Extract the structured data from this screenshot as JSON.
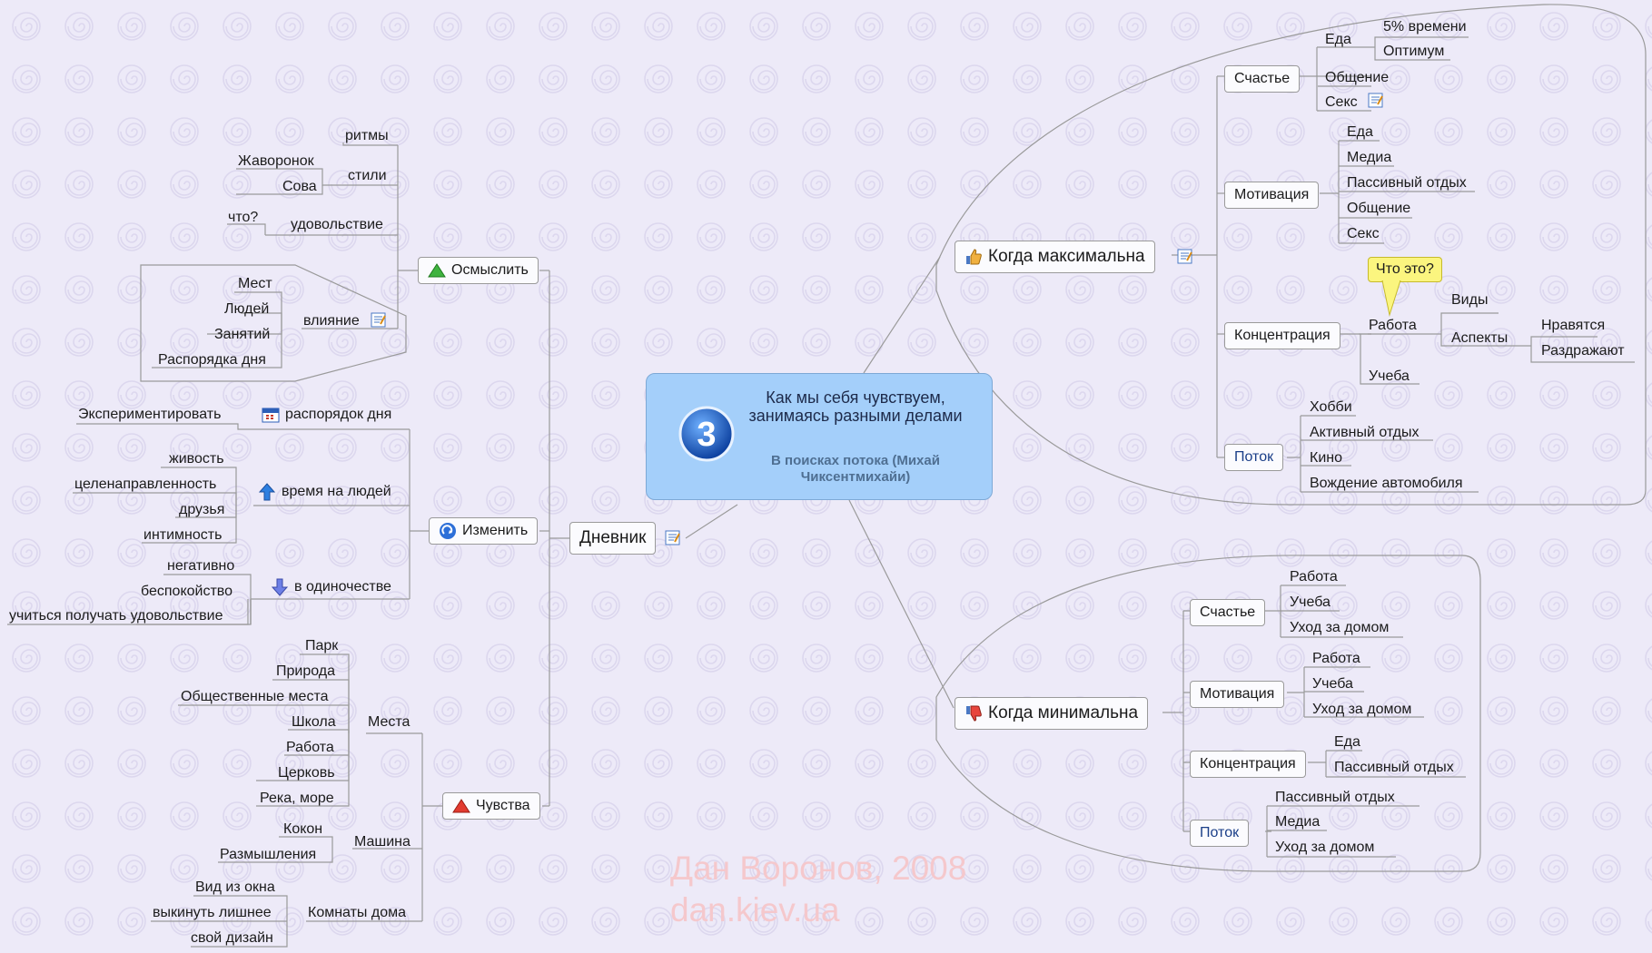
{
  "center": {
    "badge": "3",
    "title": "Как мы себя чувствуем, занимаясь разными делами",
    "subtitle": "В поисках потока (Михай Чиксентмихайи)"
  },
  "branches": {
    "diary": "Дневник",
    "max": "Когда максимальна",
    "min": "Когда минимальна"
  },
  "left": {
    "comprehend": "Осмыслить",
    "rhythms": "ритмы",
    "styles": "стили",
    "lark": "Жаворонок",
    "owl": "Сова",
    "pleasure": "удовольствие",
    "what": "что?",
    "influence": "влияние",
    "places": "Мест",
    "people": "Людей",
    "activities": "Занятий",
    "routine": "Распорядка дня",
    "change": "Изменить",
    "experiment": "Экспериментировать",
    "day_routine": "распорядок дня",
    "vivacity": "живость",
    "purposefulness": "целенаправленность",
    "friends": "друзья",
    "intimacy": "интимность",
    "time_people": "время на людей",
    "negative": "негативно",
    "anxiety": "беспокойство",
    "learn_enjoy": "учиться получать удовольствие",
    "alone": "в одиночестве",
    "feelings": "Чувства",
    "places2": "Места",
    "park": "Парк",
    "nature": "Природа",
    "public_places": "Общественные места",
    "school": "Школа",
    "work": "Работа",
    "church": "Церковь",
    "river_sea": "Река, море",
    "car": "Машина",
    "cocoon": "Кокон",
    "reflections": "Размышления",
    "rooms": "Комнаты дома",
    "window_view": "Вид из окна",
    "throw_extra": "выкинуть лишнее",
    "own_design": "свой дизайн"
  },
  "max": {
    "happiness": "Счастье",
    "food": "Еда",
    "five_percent": "5% времени",
    "optimum": "Оптимум",
    "communication": "Общение",
    "sex": "Секс",
    "motivation": "Мотивация",
    "m_food": "Еда",
    "media": "Медиа",
    "passive_rest": "Пассивный отдых",
    "m_communication": "Общение",
    "m_sex": "Секс",
    "concentration": "Концентрация",
    "work": "Работа",
    "what_is_it": "Что это?",
    "kinds": "Виды",
    "aspects": "Аспекты",
    "like": "Нравятся",
    "irritate": "Раздражают",
    "study": "Учеба",
    "flow": "Поток",
    "hobby": "Хобби",
    "active_rest": "Активный отдых",
    "cinema": "Кино",
    "driving": "Вождение автомобиля"
  },
  "min": {
    "happiness": "Счастье",
    "work": "Работа",
    "study": "Учеба",
    "housework": "Уход за домом",
    "motivation": "Мотивация",
    "m_work": "Работа",
    "m_study": "Учеба",
    "m_housework": "Уход за домом",
    "concentration": "Концентрация",
    "food": "Еда",
    "passive_rest": "Пассивный отдых",
    "flow": "Поток",
    "f_passive_rest": "Пассивный отдых",
    "media": "Медиа",
    "f_housework": "Уход за домом"
  },
  "watermark": {
    "name": "Дан Воронов, 2008",
    "site": "dan.kiev.ua"
  },
  "colors": {
    "background": "#edeaf8",
    "center_fill": "#a4cffa",
    "link": "#9a9a9a",
    "accent_text": "#1a3e88",
    "callout": "#fbf57f",
    "watermark": "#f5c8cc"
  },
  "icons": {
    "comprehend": "green-triangle-icon",
    "change": "blue-swirl-icon",
    "feelings": "red-triangle-icon",
    "day_routine": "calendar-icon",
    "time_people": "arrow-up-icon",
    "alone": "arrow-down-icon",
    "max": "thumbs-up-icon",
    "min": "thumbs-down-icon",
    "note": "note-icon"
  }
}
